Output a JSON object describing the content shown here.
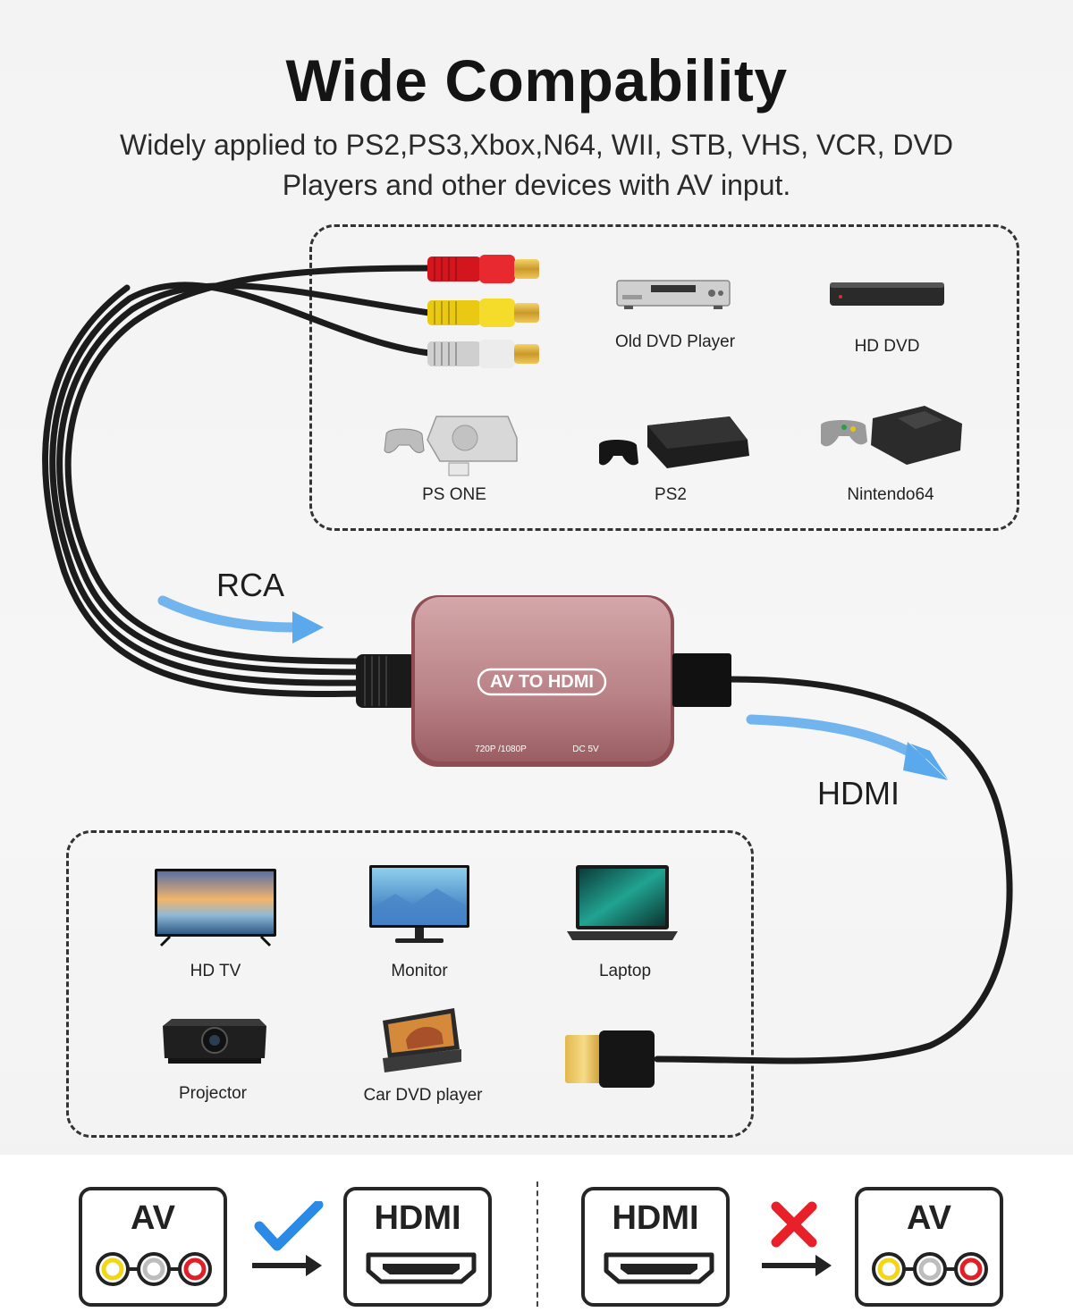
{
  "header": {
    "title": "Wide Compability",
    "subtitle_line1": "Widely applied to PS2,PS3,Xbox,N64, WII, STB, VHS, VCR, DVD",
    "subtitle_line2": "Players and other devices with AV input."
  },
  "input_devices": [
    {
      "label": "Old DVD Player",
      "icon": "dvd-player-icon"
    },
    {
      "label": "HD DVD",
      "icon": "hd-dvd-icon"
    },
    {
      "label": "PS ONE",
      "icon": "ps-one-console-icon"
    },
    {
      "label": "PS2",
      "icon": "ps2-console-icon"
    },
    {
      "label": "Nintendo64",
      "icon": "n64-console-icon"
    }
  ],
  "output_devices": [
    {
      "label": "HD TV",
      "icon": "tv-icon"
    },
    {
      "label": "Monitor",
      "icon": "monitor-icon"
    },
    {
      "label": "Laptop",
      "icon": "laptop-icon"
    },
    {
      "label": "Projector",
      "icon": "projector-icon"
    },
    {
      "label": "Car DVD player",
      "icon": "car-dvd-player-icon"
    }
  ],
  "flow": {
    "rca_label": "RCA",
    "hdmi_label": "HDMI"
  },
  "adapter": {
    "name": "AV TO HDMI",
    "resolution": "720P /1080P",
    "power": "DC 5V"
  },
  "direction": {
    "supported_from": "AV",
    "supported_to": "HDMI",
    "unsupported_from": "HDMI",
    "unsupported_to": "AV"
  },
  "colors": {
    "arrow_blue": "#5aa9ec",
    "check_blue": "#2b8ae6",
    "cross_red": "#e8202a",
    "rca_red": "#e21f26",
    "rca_yellow": "#f3d51a",
    "rca_white": "#e4e4e4",
    "adapter_rose": "#b98286"
  }
}
